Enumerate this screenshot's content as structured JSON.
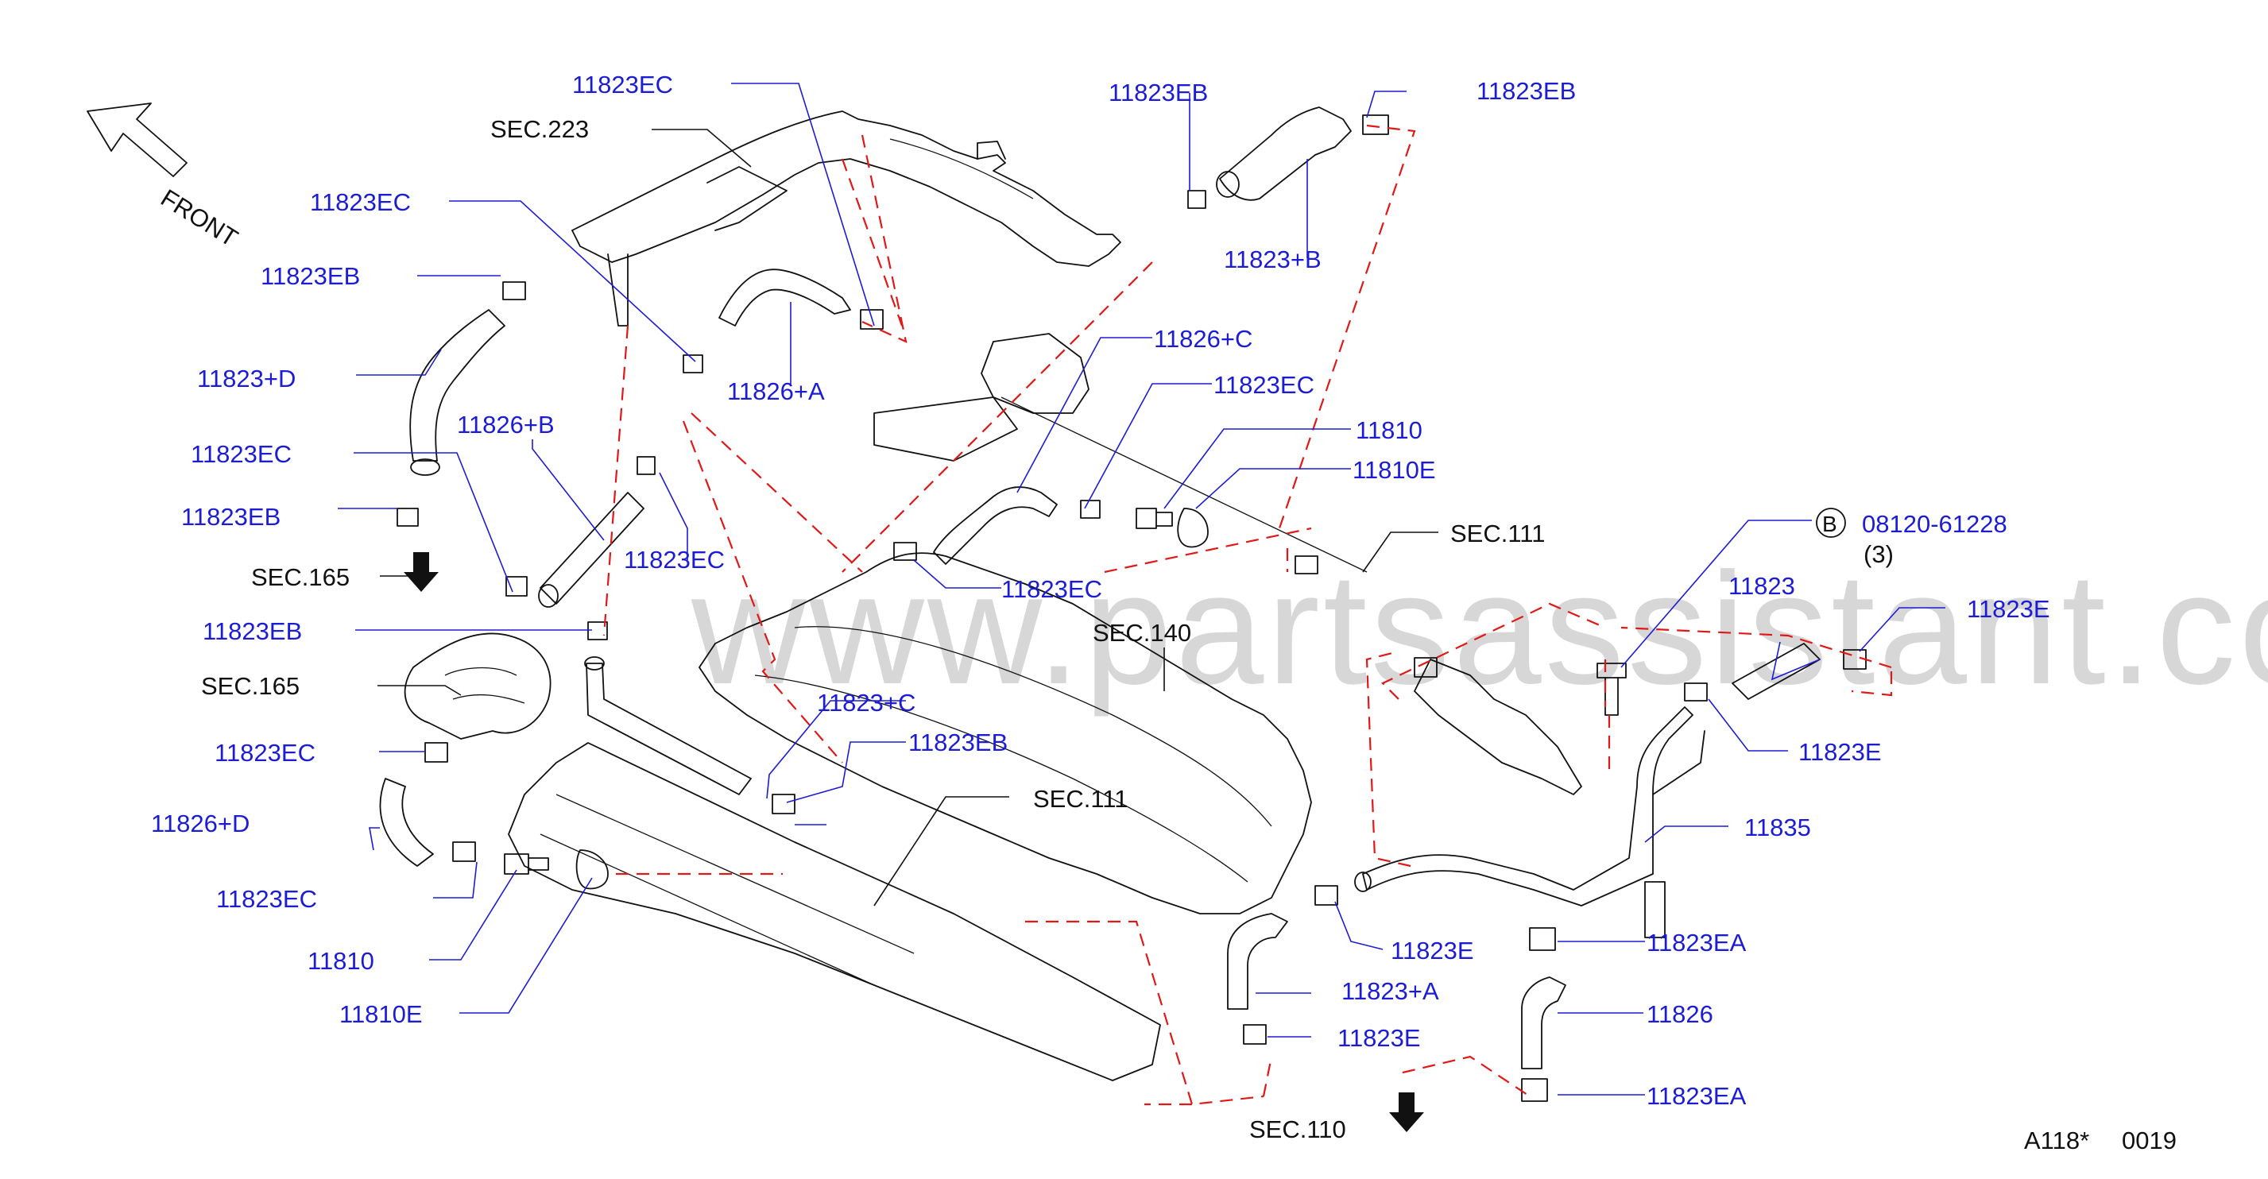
{
  "watermark": "www.partsassistant.com",
  "front_label": "FRONT",
  "footer": {
    "code": "A118*",
    "number": "0019"
  },
  "circle_b": "B",
  "parts": [
    {
      "id": "p1",
      "text": "11823EC",
      "color": "blue"
    },
    {
      "id": "p2",
      "text": "SEC.223",
      "color": "black"
    },
    {
      "id": "p3",
      "text": "11823EB",
      "color": "blue"
    },
    {
      "id": "p4",
      "text": "11823EB",
      "color": "blue"
    },
    {
      "id": "p5",
      "text": "11823+B",
      "color": "blue"
    },
    {
      "id": "p6",
      "text": "11823EC",
      "color": "blue"
    },
    {
      "id": "p7",
      "text": "11823EB",
      "color": "blue"
    },
    {
      "id": "p8",
      "text": "11826+A",
      "color": "blue"
    },
    {
      "id": "p9",
      "text": "11823+D",
      "color": "blue"
    },
    {
      "id": "p10",
      "text": "11826+B",
      "color": "blue"
    },
    {
      "id": "p11",
      "text": "11823EC",
      "color": "blue"
    },
    {
      "id": "p12",
      "text": "11823EB",
      "color": "blue"
    },
    {
      "id": "p13",
      "text": "11823EC",
      "color": "blue"
    },
    {
      "id": "p14",
      "text": "SEC.165",
      "color": "black"
    },
    {
      "id": "p15",
      "text": "11823EB",
      "color": "blue"
    },
    {
      "id": "p16",
      "text": "SEC.165",
      "color": "black"
    },
    {
      "id": "p17",
      "text": "11826+C",
      "color": "blue"
    },
    {
      "id": "p18",
      "text": "11823EC",
      "color": "blue"
    },
    {
      "id": "p19",
      "text": "11810",
      "color": "blue"
    },
    {
      "id": "p20",
      "text": "11810E",
      "color": "blue"
    },
    {
      "id": "p21",
      "text": "SEC.111",
      "color": "black"
    },
    {
      "id": "p22",
      "text": "08120-61228",
      "color": "blue"
    },
    {
      "id": "p23",
      "text": "(3)",
      "color": "black"
    },
    {
      "id": "p24",
      "text": "11823EC",
      "color": "blue"
    },
    {
      "id": "p25",
      "text": "SEC.140",
      "color": "black"
    },
    {
      "id": "p26",
      "text": "11823",
      "color": "blue"
    },
    {
      "id": "p27",
      "text": "11823E",
      "color": "blue"
    },
    {
      "id": "p28",
      "text": "11823EC",
      "color": "blue"
    },
    {
      "id": "p29",
      "text": "11823+C",
      "color": "blue"
    },
    {
      "id": "p30",
      "text": "11823EB",
      "color": "blue"
    },
    {
      "id": "p31",
      "text": "11823E",
      "color": "blue"
    },
    {
      "id": "p32",
      "text": "11826+D",
      "color": "blue"
    },
    {
      "id": "p33",
      "text": "SEC.111",
      "color": "black"
    },
    {
      "id": "p34",
      "text": "11835",
      "color": "blue"
    },
    {
      "id": "p35",
      "text": "11823EC",
      "color": "blue"
    },
    {
      "id": "p36",
      "text": "11823E",
      "color": "blue"
    },
    {
      "id": "p37",
      "text": "11823EA",
      "color": "blue"
    },
    {
      "id": "p38",
      "text": "11810",
      "color": "blue"
    },
    {
      "id": "p39",
      "text": "11823+A",
      "color": "blue"
    },
    {
      "id": "p40",
      "text": "11826",
      "color": "blue"
    },
    {
      "id": "p41",
      "text": "11810E",
      "color": "blue"
    },
    {
      "id": "p42",
      "text": "11823E",
      "color": "blue"
    },
    {
      "id": "p43",
      "text": "11823EA",
      "color": "blue"
    },
    {
      "id": "p44",
      "text": "SEC.110",
      "color": "black"
    }
  ]
}
